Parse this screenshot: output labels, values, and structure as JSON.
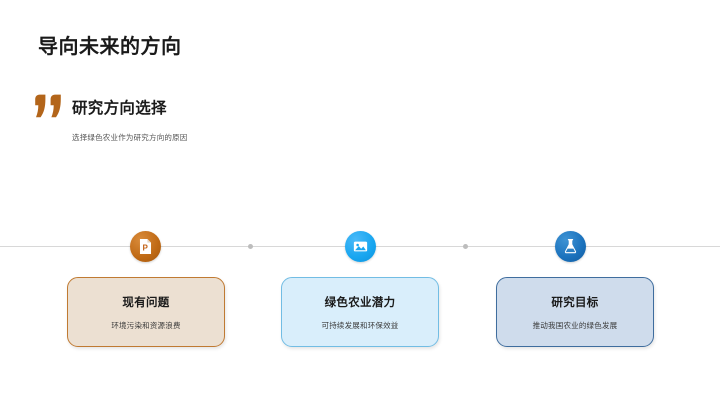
{
  "slide": {
    "title": "导向未来的方向",
    "background_color": "#ffffff"
  },
  "quote": {
    "mark_icon": "quote-open-icon",
    "mark_color": "#b3651a",
    "heading": "研究方向选择",
    "subtitle": "选择绿色农业作为研究方向的原因"
  },
  "timeline": {
    "line_color": "#d8d8d8",
    "dot_color": "#bdbdbd",
    "dots": 2
  },
  "nodes": [
    {
      "icon": "powerpoint-document-icon",
      "icon_letter": "P",
      "circle_color": "#c06a15",
      "title": "现有问题",
      "description": "环境污染和资源浪费",
      "card_fill": "#ece0d2",
      "card_border": "#c07a32"
    },
    {
      "icon": "image-photo-icon",
      "circle_color": "#18a6f0",
      "title": "绿色农业潜力",
      "description": "可持续发展和环保效益",
      "card_fill": "#d9eefb",
      "card_border": "#72bde4"
    },
    {
      "icon": "flask-beaker-icon",
      "circle_color": "#1b72bd",
      "title": "研究目标",
      "description": "推动我国农业的绿色发展",
      "card_fill": "#cfdcec",
      "card_border": "#3f6d9e"
    }
  ]
}
